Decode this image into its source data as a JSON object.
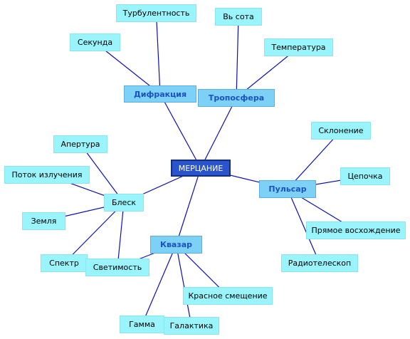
{
  "root": {
    "id": "root",
    "label": "МЕРЦАНИЕ"
  },
  "branches": [
    {
      "id": "difr",
      "label": "Дифракция"
    },
    {
      "id": "tropo",
      "label": "Тропосфера"
    },
    {
      "id": "pulsar",
      "label": "Пульсар"
    },
    {
      "id": "kvazar",
      "label": "Квазар"
    }
  ],
  "leaves": [
    {
      "id": "blesk",
      "label": "Блеск"
    },
    {
      "id": "turb",
      "label": "Турбулентность"
    },
    {
      "id": "sek",
      "label": "Секунда"
    },
    {
      "id": "vysota",
      "label": "Вь сота"
    },
    {
      "id": "temp",
      "label": "Температура"
    },
    {
      "id": "sklon",
      "label": "Склонение"
    },
    {
      "id": "cep",
      "label": "Цепочка"
    },
    {
      "id": "pryam",
      "label": "Прямое восхождение"
    },
    {
      "id": "radio",
      "label": "Радиотелескоп"
    },
    {
      "id": "apert",
      "label": "Апертура"
    },
    {
      "id": "potok",
      "label": "Поток излучения"
    },
    {
      "id": "zemlya",
      "label": "Земля"
    },
    {
      "id": "spektr",
      "label": "Спектр"
    },
    {
      "id": "svet",
      "label": "Светимость"
    },
    {
      "id": "krasn",
      "label": "Красное смещение"
    },
    {
      "id": "gamma",
      "label": "Гамма"
    },
    {
      "id": "galak",
      "label": "Галактика"
    }
  ],
  "connections": [
    [
      "root",
      "difr"
    ],
    [
      "root",
      "tropo"
    ],
    [
      "root",
      "pulsar"
    ],
    [
      "root",
      "kvazar"
    ],
    [
      "root",
      "blesk"
    ],
    [
      "difr",
      "turb"
    ],
    [
      "difr",
      "sek"
    ],
    [
      "tropo",
      "vysota"
    ],
    [
      "tropo",
      "temp"
    ],
    [
      "pulsar",
      "sklon"
    ],
    [
      "pulsar",
      "cep"
    ],
    [
      "pulsar",
      "pryam"
    ],
    [
      "pulsar",
      "radio"
    ],
    [
      "blesk",
      "apert"
    ],
    [
      "blesk",
      "potok"
    ],
    [
      "blesk",
      "zemlya"
    ],
    [
      "blesk",
      "spektr"
    ],
    [
      "blesk",
      "svet"
    ],
    [
      "kvazar",
      "svet"
    ],
    [
      "kvazar",
      "krasn"
    ],
    [
      "kvazar",
      "gamma"
    ],
    [
      "kvazar",
      "galak"
    ]
  ],
  "colors": {
    "edge": "#0a10b8",
    "leaf_fill": "#99f4fc",
    "branch_fill": "#7dd0f6",
    "branch_text": "#1a52c2",
    "root_fill": "#2a55cc",
    "root_text": "#ffffff"
  }
}
